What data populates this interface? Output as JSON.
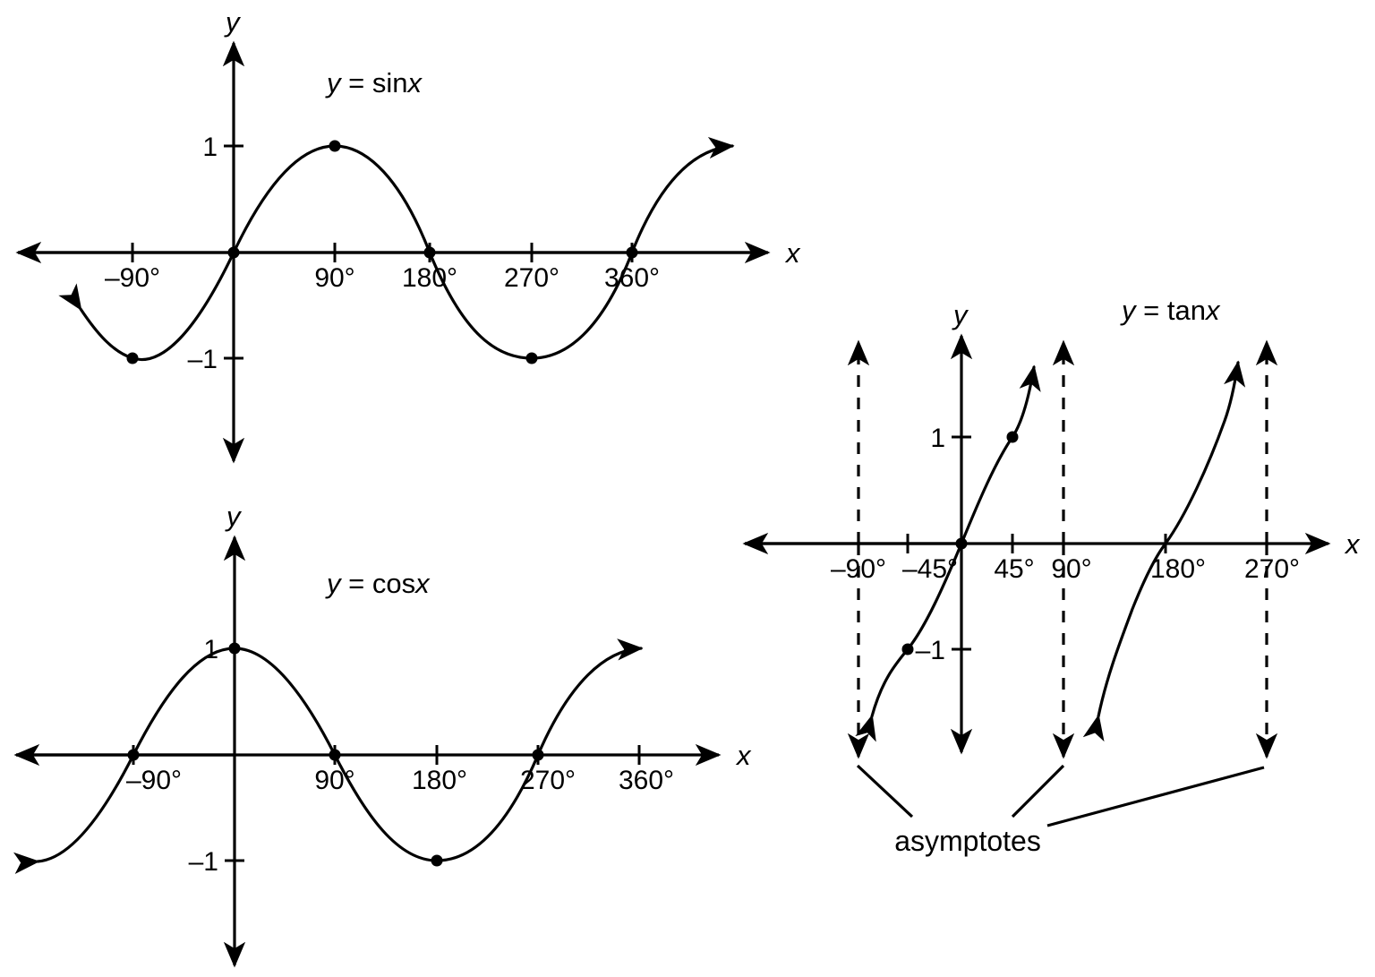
{
  "figure": {
    "title": "Graphs of sine, cosine and tangent functions",
    "annotation_label": "asymptotes"
  },
  "axis_labels": {
    "x": "x",
    "y": "y"
  },
  "panels": [
    {
      "id": "sine",
      "equation_lhs": "y",
      "equation_eq": "=",
      "equation_rhs_fn": "sin",
      "equation_rhs_var": "x",
      "x_ticks": [
        "–90°",
        "90°",
        "180°",
        "270°",
        "360°"
      ],
      "y_ticks": [
        "1",
        "–1"
      ]
    },
    {
      "id": "cosine",
      "equation_lhs": "y",
      "equation_eq": "=",
      "equation_rhs_fn": "cos",
      "equation_rhs_var": "x",
      "x_ticks": [
        "–90°",
        "90°",
        "180°",
        "270°",
        "360°"
      ],
      "y_ticks": [
        "1",
        "–1"
      ]
    },
    {
      "id": "tangent",
      "equation_lhs": "y",
      "equation_eq": "=",
      "equation_rhs_fn": "tan",
      "equation_rhs_var": "x",
      "x_ticks": [
        "–90°",
        "–45°",
        "45°",
        "90°",
        "180°",
        "270°"
      ],
      "y_ticks": [
        "1",
        "–1"
      ]
    }
  ],
  "chart_data": [
    {
      "type": "line",
      "title": "y = sinx",
      "xlabel": "x",
      "ylabel": "y",
      "xlim": [
        -135,
        405
      ],
      "ylim": [
        -1.55,
        1.55
      ],
      "xtick_values": [
        -90,
        90,
        180,
        270,
        360
      ],
      "xtick_labels": [
        "–90°",
        "90°",
        "180°",
        "270°",
        "360°"
      ],
      "ytick_values": [
        1,
        -1
      ],
      "ytick_labels": [
        "1",
        "–1"
      ],
      "grid": false,
      "legend": null,
      "marked_points": [
        {
          "x": -90,
          "y": -1
        },
        {
          "x": 0,
          "y": 0
        },
        {
          "x": 90,
          "y": 1
        },
        {
          "x": 180,
          "y": 0
        },
        {
          "x": 360,
          "y": 0
        },
        {
          "x": 270,
          "y": -1
        }
      ],
      "series": [
        {
          "name": "sin x",
          "formula": "y = sin(x)",
          "x": [
            -135,
            -120,
            -105,
            -90,
            -75,
            -60,
            -45,
            -30,
            -15,
            0,
            15,
            30,
            45,
            60,
            75,
            90,
            105,
            120,
            135,
            150,
            165,
            180,
            195,
            210,
            225,
            240,
            255,
            270,
            285,
            300,
            315,
            330,
            345,
            360,
            375,
            390,
            405
          ],
          "values": [
            -0.707,
            -0.866,
            -0.966,
            -1.0,
            -0.966,
            -0.866,
            -0.707,
            -0.5,
            -0.259,
            0.0,
            0.259,
            0.5,
            0.707,
            0.866,
            0.966,
            1.0,
            0.966,
            0.866,
            0.707,
            0.5,
            0.259,
            0.0,
            -0.259,
            -0.5,
            -0.707,
            -0.866,
            -0.966,
            -1.0,
            -0.966,
            -0.866,
            -0.707,
            -0.5,
            -0.259,
            0.0,
            0.259,
            0.5,
            0.707
          ]
        }
      ]
    },
    {
      "type": "line",
      "title": "y = cosx",
      "xlabel": "x",
      "ylabel": "y",
      "xlim": [
        -190,
        405
      ],
      "ylim": [
        -1.55,
        1.55
      ],
      "xtick_values": [
        -90,
        90,
        180,
        270,
        360
      ],
      "xtick_labels": [
        "–90°",
        "90°",
        "180°",
        "270°",
        "360°"
      ],
      "ytick_values": [
        1,
        -1
      ],
      "ytick_labels": [
        "1",
        "–1"
      ],
      "grid": false,
      "legend": null,
      "marked_points": [
        {
          "x": -90,
          "y": 0
        },
        {
          "x": 0,
          "y": 1
        },
        {
          "x": 90,
          "y": 0
        },
        {
          "x": 180,
          "y": -1
        },
        {
          "x": 270,
          "y": 0
        }
      ],
      "series": [
        {
          "name": "cos x",
          "formula": "y = cos(x)",
          "x": [
            -190,
            -180,
            -165,
            -150,
            -135,
            -120,
            -105,
            -90,
            -75,
            -60,
            -45,
            -30,
            -15,
            0,
            15,
            30,
            45,
            60,
            75,
            90,
            105,
            120,
            135,
            150,
            165,
            180,
            195,
            210,
            225,
            240,
            255,
            270,
            285,
            300,
            315,
            330,
            345,
            360
          ],
          "values": [
            -0.985,
            -1.0,
            -0.966,
            -0.866,
            -0.707,
            -0.5,
            -0.259,
            0.0,
            0.259,
            0.5,
            0.707,
            0.866,
            0.966,
            1.0,
            0.966,
            0.866,
            0.707,
            0.5,
            0.259,
            0.0,
            -0.259,
            -0.5,
            -0.707,
            -0.866,
            -0.966,
            -1.0,
            -0.966,
            -0.866,
            -0.707,
            -0.5,
            -0.259,
            0.0,
            0.259,
            0.5,
            0.707,
            0.866,
            0.966,
            1.0
          ]
        }
      ]
    },
    {
      "type": "line",
      "title": "y = tanx",
      "xlabel": "x",
      "ylabel": "y",
      "xlim": [
        -200,
        360
      ],
      "ylim": [
        -2.0,
        2.0
      ],
      "xtick_values": [
        -90,
        -45,
        45,
        90,
        180,
        270
      ],
      "xtick_labels": [
        "–90°",
        "–45°",
        "45°",
        "90°",
        "180°",
        "270°"
      ],
      "ytick_values": [
        1,
        -1
      ],
      "ytick_labels": [
        "1",
        "–1"
      ],
      "grid": false,
      "legend": null,
      "asymptotes": [
        -90,
        90,
        270
      ],
      "asymptote_label": "asymptotes",
      "marked_points": [
        {
          "x": -45,
          "y": -1
        },
        {
          "x": 0,
          "y": 0
        },
        {
          "x": 45,
          "y": 1
        },
        {
          "x": 180,
          "y": 0
        }
      ],
      "series": [
        {
          "name": "tan x (branch -90° to 90°)",
          "formula": "y = tan(x)",
          "x": [
            -78,
            -70,
            -60,
            -50,
            -45,
            -35,
            -25,
            -15,
            0,
            15,
            25,
            35,
            45,
            55,
            62
          ],
          "values": [
            -4.7,
            -2.75,
            -1.73,
            -1.19,
            -1.0,
            -0.7,
            -0.47,
            -0.27,
            0.0,
            0.27,
            0.47,
            0.7,
            1.0,
            1.43,
            1.88
          ]
        },
        {
          "name": "tan x (branch 90° to 270°)",
          "formula": "y = tan(x)",
          "x": [
            102,
            110,
            120,
            135,
            150,
            165,
            180,
            195,
            210,
            225,
            240,
            252
          ],
          "values": [
            -4.7,
            -2.75,
            -1.73,
            -1.0,
            -0.58,
            -0.27,
            0.0,
            0.27,
            0.58,
            1.0,
            1.73,
            3.08
          ]
        }
      ]
    }
  ]
}
